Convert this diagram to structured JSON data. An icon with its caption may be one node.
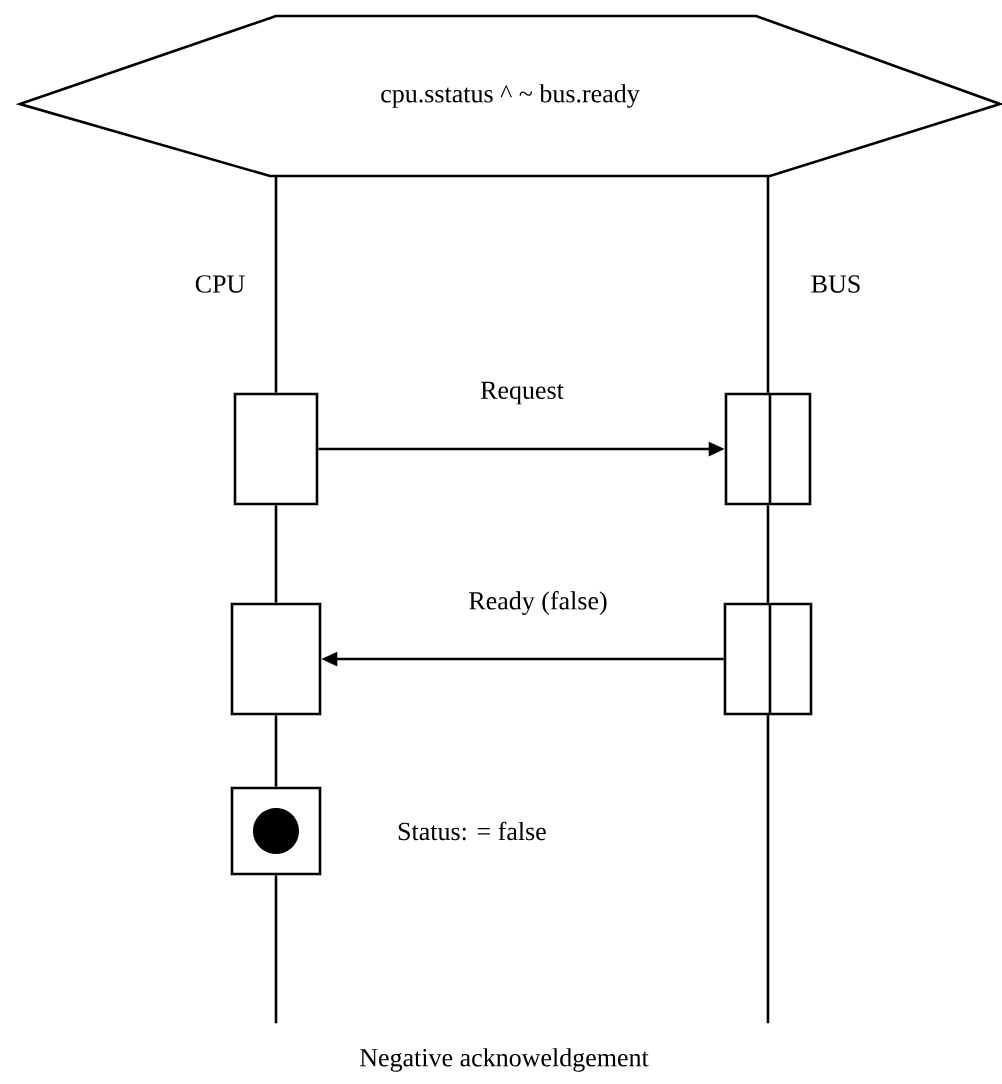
{
  "diagram": {
    "nodes": [
      {
        "text": [
          "cpu.sstatus ^ ~ bus.ready"
        ]
      },
      {
        "text": [],
        "shape": "box"
      },
      {
        "text": [],
        "shape": "box"
      },
      {
        "text": [],
        "shape": "box"
      },
      {
        "text": [],
        "shape": "box"
      },
      {
        "text": [],
        "shape": "box",
        "beside": [
          "Status: = false"
        ]
      }
    ],
    "edges": [
      {
        "from": 0,
        "to": 1,
        "arrow": "none"
      },
      {
        "from": 1,
        "to": 3,
        "arrow": "none"
      },
      {
        "from": 3,
        "to": 5,
        "arrow": "none"
      },
      {
        "from": 5,
        "to": null,
        "arrow": "none"
      },
      {
        "from": 0,
        "to": 2,
        "arrow": "none"
      },
      {
        "from": 2,
        "to": 4,
        "arrow": "none"
      },
      {
        "from": 4,
        "to": null,
        "arrow": "none"
      },
      {
        "from": 1,
        "to": 2,
        "arrow": "to",
        "label": "Request"
      },
      {
        "from": 4,
        "to": 3,
        "arrow": "to",
        "label": "Ready (false)"
      }
    ],
    "labels": [
      "CPU",
      "BUS",
      "Negative acknoweldgement"
    ]
  }
}
